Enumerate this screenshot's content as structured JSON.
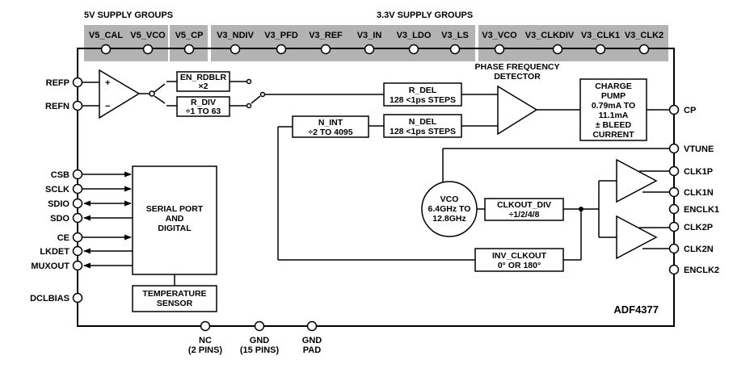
{
  "supply_groups": {
    "group_5v_label": "5V SUPPLY GROUPS",
    "group_3v3_label": "3.3V SUPPLY GROUPS",
    "pins": [
      "V5_CAL",
      "V5_VCO",
      "V5_CP",
      "V3_NDIV",
      "V3_PFD",
      "V3_REF",
      "V3_IN",
      "V3_LDO",
      "V3_LS",
      "V3_VCO",
      "V3_CLKDIV",
      "V3_CLK1",
      "V3_CLK2"
    ]
  },
  "left_pins": {
    "refp": "REFP",
    "refn": "REFN",
    "csb": "CSB",
    "sclk": "SCLK",
    "sdio": "SDIO",
    "sdo": "SDO",
    "ce": "CE",
    "lkdet": "LKDET",
    "muxout": "MUXOUT",
    "dclbias": "DCLBIAS"
  },
  "right_pins": {
    "cp": "CP",
    "vtune": "VTUNE",
    "clk1p": "CLK1P",
    "clk1n": "CLK1N",
    "enclk1": "ENCLK1",
    "clk2p": "CLK2P",
    "clk2n": "CLK2N",
    "enclk2": "ENCLK2"
  },
  "bottom_pins": {
    "nc_line1": "NC",
    "nc_line2": "(2 PINS)",
    "gnd_line1": "GND",
    "gnd_line2": "(15 PINS)",
    "gndpad_line1": "GND",
    "gndpad_line2": "PAD"
  },
  "blocks": {
    "en_rdblr_line1": "EN_RDBLR",
    "en_rdblr_line2": "×2",
    "r_div_line1": "R_DIV",
    "r_div_line2": "÷1 TO 63",
    "r_del_line1": "R_DEL",
    "r_del_line2": "128 <1ps STEPS",
    "n_del_line1": "N_DEL",
    "n_del_line2": "128 <1ps STEPS",
    "n_int_line1": "N_INT",
    "n_int_line2": "÷2 TO 4095",
    "pfd_line1": "PHASE FREQUENCY",
    "pfd_line2": "DETECTOR",
    "cp_line1": "CHARGE",
    "cp_line2": "PUMP",
    "cp_line3": "0.79mA TO",
    "cp_line4": "11.1mA",
    "cp_line5": "± BLEED",
    "cp_line6": "CURRENT",
    "vco_line1": "VCO",
    "vco_line2": "6.4GHz TO",
    "vco_line3": "12.8GHz",
    "clkout_div_line1": "CLKOUT_DIV",
    "clkout_div_line2": "÷1/2/4/8",
    "inv_clkout_line1": "INV_CLKOUT",
    "inv_clkout_line2": "0° OR 180°",
    "serial_line1": "SERIAL PORT",
    "serial_line2": "AND",
    "serial_line3": "DIGITAL",
    "temp_line1": "TEMPERATURE",
    "temp_line2": "SENSOR"
  },
  "part_number": "ADF4377",
  "colors": {
    "supply_band": "#b3b3b3",
    "line": "#000000",
    "background": "#ffffff"
  }
}
